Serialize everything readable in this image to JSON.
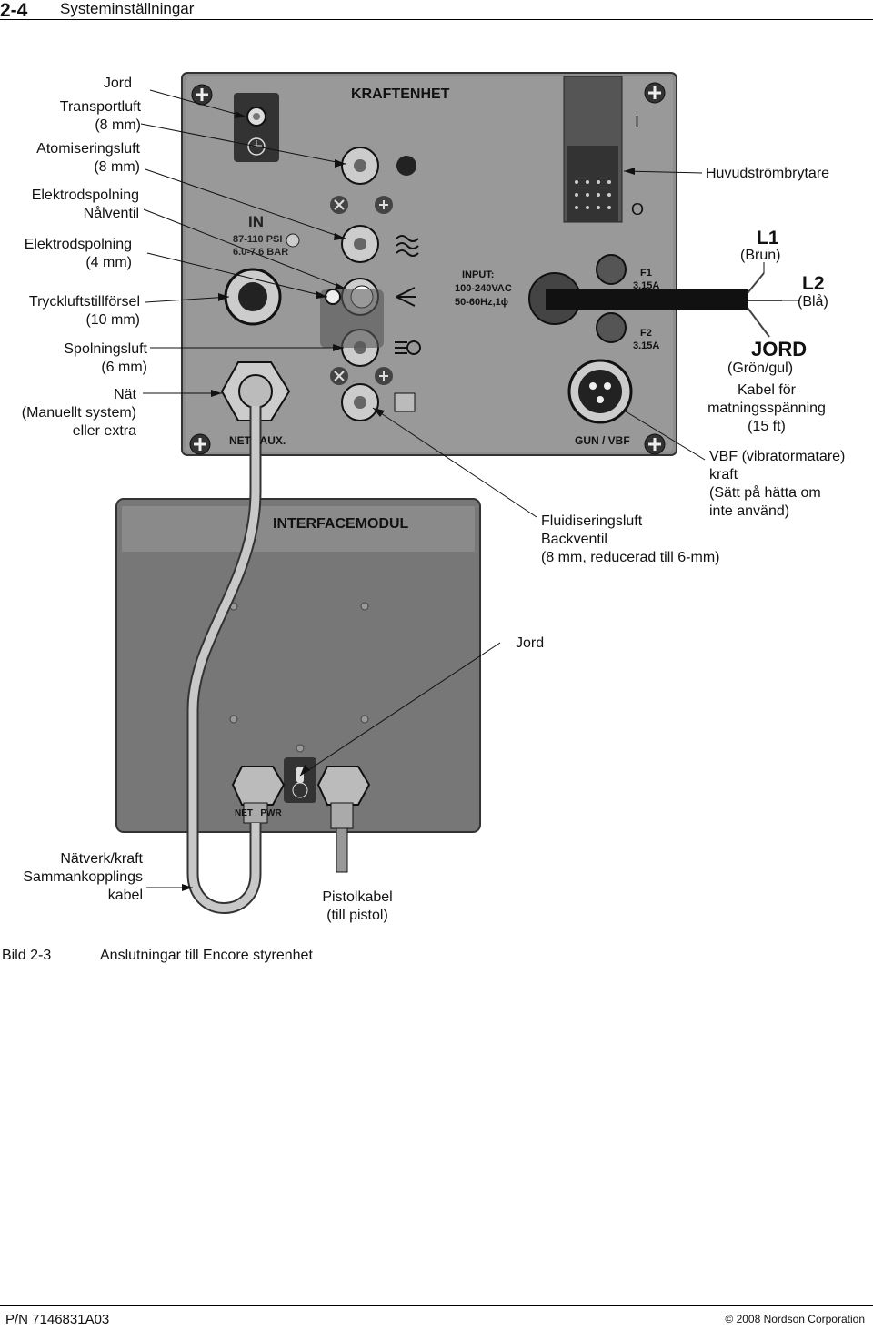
{
  "header": {
    "page_number": "2-4",
    "section_title": "Systeminställningar"
  },
  "panel": {
    "power_unit_title": "KRAFTENHET",
    "in_label": "IN",
    "psi_label": "87-110 PSI",
    "bar_label": "6.0-7.6 BAR",
    "input_label": "INPUT:",
    "input_voltage": "100-240VAC",
    "input_freq": "50-60Hz,1ϕ",
    "f1_label": "F1",
    "f1_rating": "3.15A",
    "f2_label": "F2",
    "f2_rating": "3.15A",
    "gun_vbf_label": "GUN / VBF",
    "net_aux_label": "NET   AUX.",
    "switch_on": "I",
    "switch_off": "O",
    "interface_title": "INTERFACEMODUL",
    "net_pwr_label": "NET   PWR"
  },
  "callouts": {
    "jord_top": "Jord",
    "transportluft": [
      "Transportluft",
      "(8 mm)"
    ],
    "atomiseringsluft": [
      "Atomiseringsluft",
      "(8 mm)"
    ],
    "elektrod_nal": [
      "Elektrodspolning",
      "Nålventil"
    ],
    "elektrod_4mm": [
      "Elektrodspolning",
      "(4 mm)"
    ],
    "tryckluft": [
      "Tryckluftstillförsel",
      "(10 mm)"
    ],
    "spolningsluft": [
      "Spolningsluft",
      "(6 mm)"
    ],
    "nat": [
      "Nät",
      "(Manuellt system)",
      "eller extra"
    ],
    "huvudstrombrytare": "Huvudströmbrytare",
    "l1": "L1",
    "l1_color": "(Brun)",
    "l2": "L2",
    "l2_color": "(Blå)",
    "jord_big": "JORD",
    "jord_color": "(Grön/gul)",
    "kabel": [
      "Kabel för",
      "matningsspänning",
      "(15 ft)"
    ],
    "vbf": [
      "VBF (vibratormatare)",
      "kraft",
      "(Sätt på hätta om",
      "inte använd)"
    ],
    "fluid": [
      "Fluidiseringsluft",
      "Backventil",
      "(8 mm, reducerad till 6-mm)"
    ],
    "jord_mid": "Jord",
    "natverk": [
      "Nätverk/kraft",
      "Sammankopplings",
      "kabel"
    ],
    "pistolkabel": [
      "Pistolkabel",
      "(till pistol)"
    ]
  },
  "caption": {
    "number": "Bild 2-3",
    "text": "Anslutningar till Encore styrenhet"
  },
  "footer": {
    "part_number": "P/N 7146831A03",
    "copyright": "© 2008 Nordson Corporation"
  }
}
